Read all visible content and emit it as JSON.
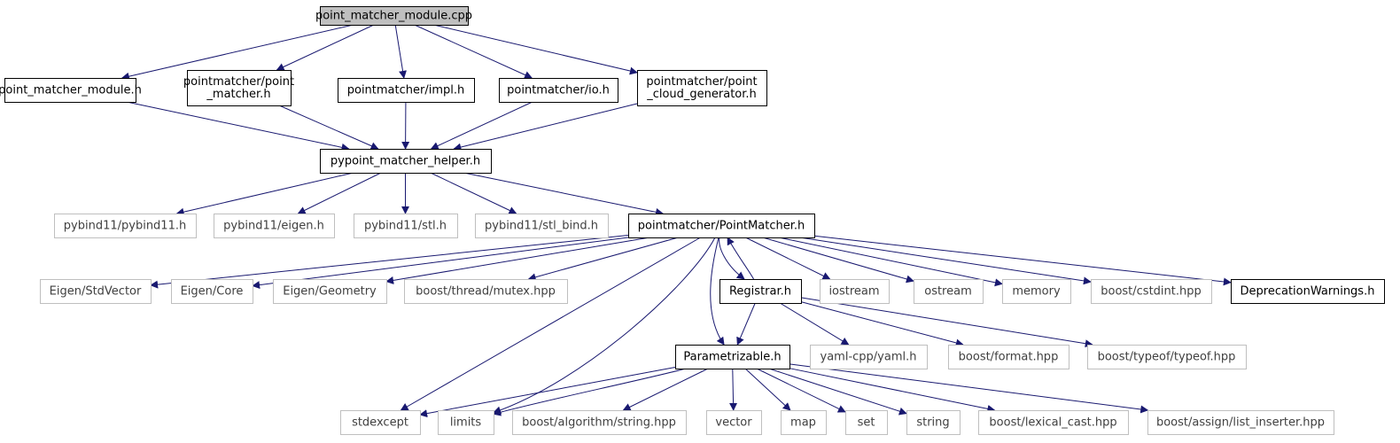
{
  "colors": {
    "edge": "#191970",
    "root_fill": "#bfbfbf",
    "internal_border": "#000000",
    "external_border": "#bfbfbf",
    "external_text": "#404040"
  },
  "nodes": [
    {
      "id": "root",
      "kind": "root",
      "lines": [
        "point_matcher_module.cpp"
      ]
    },
    {
      "id": "pmm_h",
      "kind": "internal",
      "lines": [
        "point_matcher_module.h"
      ]
    },
    {
      "id": "pm_point_matcher_h",
      "kind": "internal",
      "lines": [
        "pointmatcher/point",
        "_matcher.h"
      ]
    },
    {
      "id": "impl_h",
      "kind": "internal",
      "lines": [
        "pointmatcher/impl.h"
      ]
    },
    {
      "id": "io_h",
      "kind": "internal",
      "lines": [
        "pointmatcher/io.h"
      ]
    },
    {
      "id": "pcg_h",
      "kind": "internal",
      "lines": [
        "pointmatcher/point",
        "_cloud_generator.h"
      ]
    },
    {
      "id": "helper_h",
      "kind": "internal",
      "lines": [
        "pypoint_matcher_helper.h"
      ]
    },
    {
      "id": "pybind11_h",
      "kind": "external",
      "lines": [
        "pybind11/pybind11.h"
      ]
    },
    {
      "id": "pyeigen_h",
      "kind": "external",
      "lines": [
        "pybind11/eigen.h"
      ]
    },
    {
      "id": "pystl_h",
      "kind": "external",
      "lines": [
        "pybind11/stl.h"
      ]
    },
    {
      "id": "pystlbind_h",
      "kind": "external",
      "lines": [
        "pybind11/stl_bind.h"
      ]
    },
    {
      "id": "PointMatcher_h",
      "kind": "internal",
      "lines": [
        "pointmatcher/PointMatcher.h"
      ]
    },
    {
      "id": "stdvector",
      "kind": "external",
      "lines": [
        "Eigen/StdVector"
      ]
    },
    {
      "id": "core",
      "kind": "external",
      "lines": [
        "Eigen/Core"
      ]
    },
    {
      "id": "geometry",
      "kind": "external",
      "lines": [
        "Eigen/Geometry"
      ]
    },
    {
      "id": "mutex",
      "kind": "external",
      "lines": [
        "boost/thread/mutex.hpp"
      ]
    },
    {
      "id": "registrar_h",
      "kind": "internal",
      "lines": [
        "Registrar.h"
      ]
    },
    {
      "id": "iostream",
      "kind": "external",
      "lines": [
        "iostream"
      ]
    },
    {
      "id": "ostream",
      "kind": "external",
      "lines": [
        "ostream"
      ]
    },
    {
      "id": "memory",
      "kind": "external",
      "lines": [
        "memory"
      ]
    },
    {
      "id": "cstdint",
      "kind": "external",
      "lines": [
        "boost/cstdint.hpp"
      ]
    },
    {
      "id": "deprecation_h",
      "kind": "internal",
      "lines": [
        "DeprecationWarnings.h"
      ]
    },
    {
      "id": "parametrizable_h",
      "kind": "internal",
      "lines": [
        "Parametrizable.h"
      ]
    },
    {
      "id": "yaml",
      "kind": "external",
      "lines": [
        "yaml-cpp/yaml.h"
      ]
    },
    {
      "id": "format",
      "kind": "external",
      "lines": [
        "boost/format.hpp"
      ]
    },
    {
      "id": "typeof",
      "kind": "external",
      "lines": [
        "boost/typeof/typeof.hpp"
      ]
    },
    {
      "id": "stdexcept",
      "kind": "external",
      "lines": [
        "stdexcept"
      ]
    },
    {
      "id": "limits",
      "kind": "external",
      "lines": [
        "limits"
      ]
    },
    {
      "id": "algostring",
      "kind": "external",
      "lines": [
        "boost/algorithm/string.hpp"
      ]
    },
    {
      "id": "vector",
      "kind": "external",
      "lines": [
        "vector"
      ]
    },
    {
      "id": "map",
      "kind": "external",
      "lines": [
        "map"
      ]
    },
    {
      "id": "set",
      "kind": "external",
      "lines": [
        "set"
      ]
    },
    {
      "id": "string",
      "kind": "external",
      "lines": [
        "string"
      ]
    },
    {
      "id": "lexical",
      "kind": "external",
      "lines": [
        "boost/lexical_cast.hpp"
      ]
    },
    {
      "id": "listins",
      "kind": "external",
      "lines": [
        "boost/assign/list_inserter.hpp"
      ]
    }
  ],
  "edges": [
    [
      "root",
      "pmm_h"
    ],
    [
      "root",
      "pm_point_matcher_h"
    ],
    [
      "root",
      "impl_h"
    ],
    [
      "root",
      "io_h"
    ],
    [
      "root",
      "pcg_h"
    ],
    [
      "pmm_h",
      "helper_h"
    ],
    [
      "pm_point_matcher_h",
      "helper_h"
    ],
    [
      "impl_h",
      "helper_h"
    ],
    [
      "io_h",
      "helper_h"
    ],
    [
      "pcg_h",
      "helper_h"
    ],
    [
      "helper_h",
      "pybind11_h"
    ],
    [
      "helper_h",
      "pyeigen_h"
    ],
    [
      "helper_h",
      "pystl_h"
    ],
    [
      "helper_h",
      "pystlbind_h"
    ],
    [
      "helper_h",
      "PointMatcher_h"
    ],
    [
      "PointMatcher_h",
      "stdvector"
    ],
    [
      "PointMatcher_h",
      "core"
    ],
    [
      "PointMatcher_h",
      "geometry"
    ],
    [
      "PointMatcher_h",
      "mutex"
    ],
    [
      "PointMatcher_h",
      "registrar_h"
    ],
    [
      "registrar_h",
      "PointMatcher_h"
    ],
    [
      "PointMatcher_h",
      "iostream"
    ],
    [
      "PointMatcher_h",
      "ostream"
    ],
    [
      "PointMatcher_h",
      "memory"
    ],
    [
      "PointMatcher_h",
      "cstdint"
    ],
    [
      "PointMatcher_h",
      "deprecation_h"
    ],
    [
      "PointMatcher_h",
      "parametrizable_h"
    ],
    [
      "PointMatcher_h",
      "stdexcept"
    ],
    [
      "PointMatcher_h",
      "limits"
    ],
    [
      "registrar_h",
      "parametrizable_h"
    ],
    [
      "registrar_h",
      "yaml"
    ],
    [
      "registrar_h",
      "format"
    ],
    [
      "registrar_h",
      "typeof"
    ],
    [
      "parametrizable_h",
      "stdexcept"
    ],
    [
      "parametrizable_h",
      "limits"
    ],
    [
      "parametrizable_h",
      "algostring"
    ],
    [
      "parametrizable_h",
      "vector"
    ],
    [
      "parametrizable_h",
      "map"
    ],
    [
      "parametrizable_h",
      "set"
    ],
    [
      "parametrizable_h",
      "string"
    ],
    [
      "parametrizable_h",
      "lexical"
    ],
    [
      "parametrizable_h",
      "listins"
    ]
  ]
}
